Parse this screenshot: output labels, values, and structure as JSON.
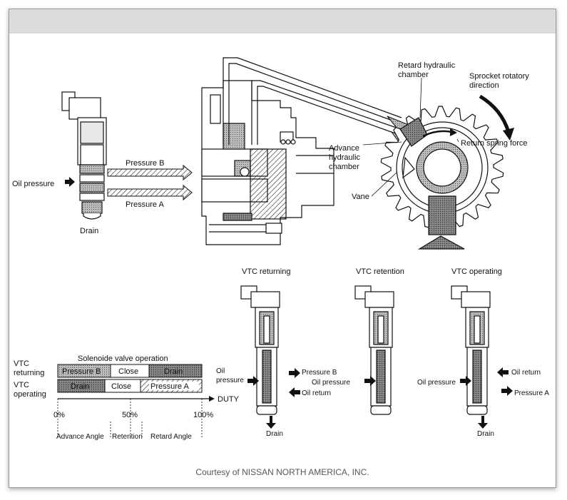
{
  "labels": {
    "oil_pressure": "Oil pressure",
    "pressure_b": "Pressure B",
    "pressure_a": "Pressure A",
    "drain": "Drain",
    "retard_chamber_1": "Retard hydraulic",
    "retard_chamber_2": "chamber",
    "sprocket_1": "Sprocket rotatory",
    "sprocket_2": "direction",
    "return_spring": "Return spring force",
    "advance_1": "Advance",
    "advance_2": "hydraulic",
    "advance_3": "chamber",
    "vane": "Vane"
  },
  "states": {
    "returning": "VTC returning",
    "retention": "VTC retention",
    "operating": "VTC operating"
  },
  "valves": {
    "oil": "Oil",
    "pressure": "pressure",
    "pressure_b": "Pressure B",
    "oil_return": "Oil return",
    "oil_pressure": "Oil pressure",
    "pressure_a": "Pressure A",
    "drain": "Drain"
  },
  "table": {
    "title": "Solenoide valve operation",
    "vtc": "VTC",
    "returning": "returning",
    "operating": "operating",
    "row1": [
      "Pressure B",
      "Close",
      "Drain"
    ],
    "row2": [
      "Drain",
      "Close",
      "Pressure A"
    ],
    "duty": "DUTY",
    "ticks": [
      "0%",
      "50%",
      "100%"
    ],
    "ranges": [
      "Advance Angle",
      "Retention",
      "Retard Angle"
    ]
  },
  "caption": "Courtesy of NISSAN NORTH AMERICA, INC."
}
